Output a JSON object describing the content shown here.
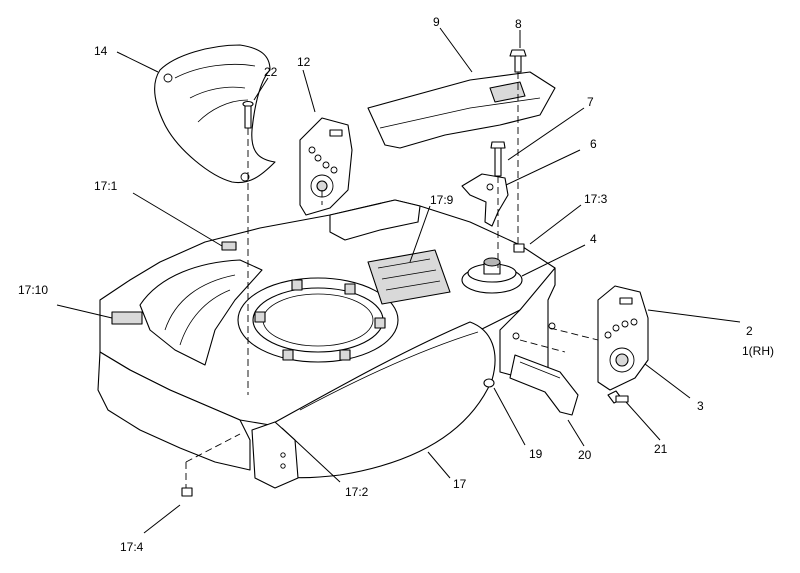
{
  "callouts": [
    {
      "id": "c14",
      "text": "14"
    },
    {
      "id": "c22",
      "text": "22"
    },
    {
      "id": "c12",
      "text": "12"
    },
    {
      "id": "c9",
      "text": "9"
    },
    {
      "id": "c8",
      "text": "8"
    },
    {
      "id": "c7",
      "text": "7"
    },
    {
      "id": "c6",
      "text": "6"
    },
    {
      "id": "c17_3",
      "text": "17:3"
    },
    {
      "id": "c17_1",
      "text": "17:1"
    },
    {
      "id": "c17_9",
      "text": "17:9"
    },
    {
      "id": "c4",
      "text": "4"
    },
    {
      "id": "c17_10",
      "text": "17:10"
    },
    {
      "id": "c2",
      "text": "2"
    },
    {
      "id": "c1rh",
      "text": "1(RH)"
    },
    {
      "id": "c3",
      "text": "3"
    },
    {
      "id": "c21",
      "text": "21"
    },
    {
      "id": "c19",
      "text": "19"
    },
    {
      "id": "c20",
      "text": "20"
    },
    {
      "id": "c17",
      "text": "17"
    },
    {
      "id": "c17_2",
      "text": "17:2"
    },
    {
      "id": "c17_4",
      "text": "17:4"
    }
  ]
}
